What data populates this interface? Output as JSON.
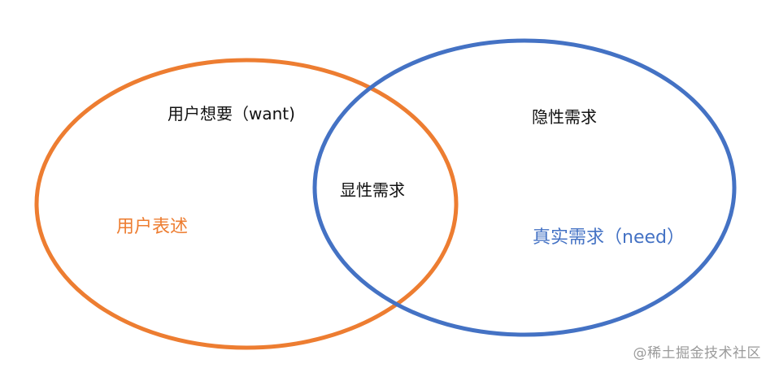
{
  "venn": {
    "left_circle": {
      "color": "#ED7D31",
      "top_label": "用户想要（want)",
      "bottom_label": "用户表述"
    },
    "right_circle": {
      "color": "#4472C4",
      "top_label": "隐性需求",
      "bottom_label": "真实需求（need）"
    },
    "overlap": {
      "label": "显性需求"
    }
  },
  "watermark": "@稀土掘金技术社区"
}
